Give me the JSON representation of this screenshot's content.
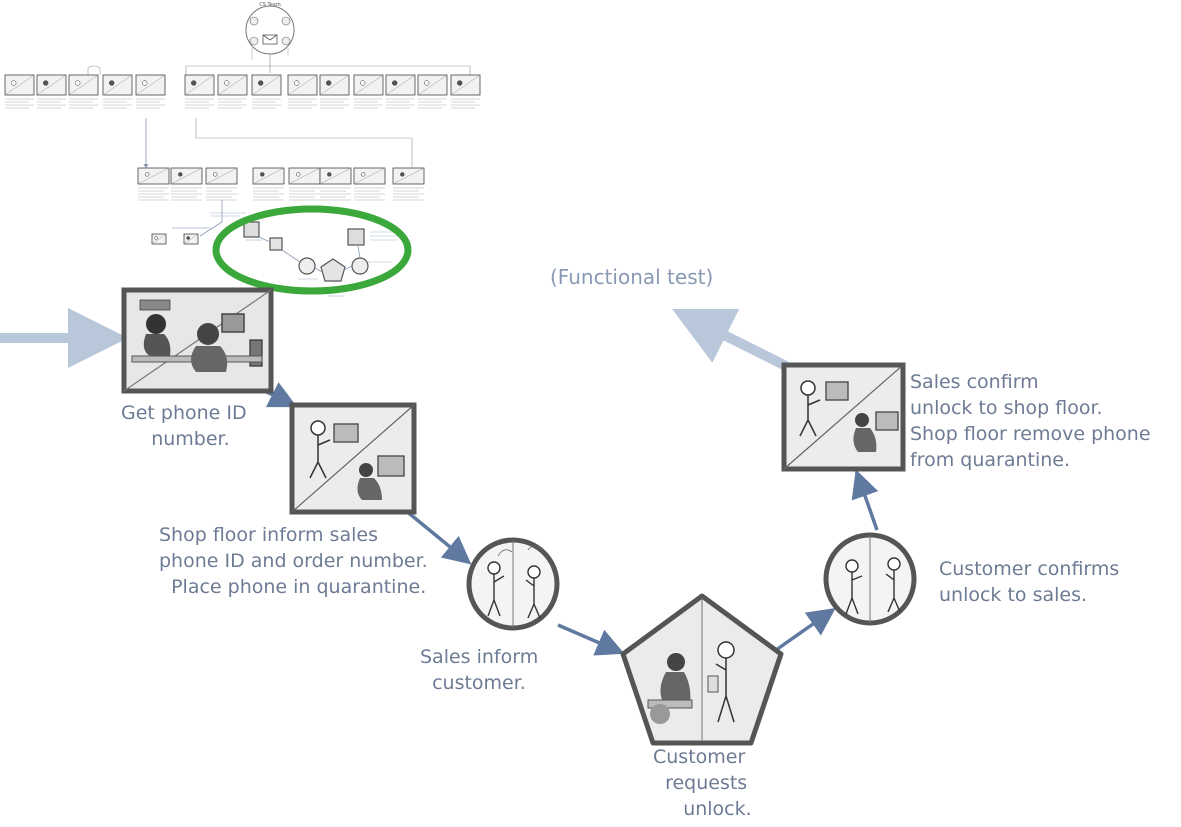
{
  "colors": {
    "label": "#6d7b94",
    "arrow": "#5f79a0",
    "faded_arrow": "#b9c7da",
    "frame": "#555555",
    "highlight": "#3aa83a"
  },
  "icons": {
    "overview_center": "envelope-icon"
  },
  "overview": {
    "hub_label": "CS Team"
  },
  "functional_test": "(Functional test)",
  "steps": [
    {
      "id": "get-phone-id",
      "shape": "square",
      "label": "Get phone ID\n     number."
    },
    {
      "id": "shop-floor-inform",
      "shape": "square",
      "label": "Shop floor inform sales\nphone ID and order number.\n  Place phone in quarantine."
    },
    {
      "id": "sales-inform",
      "shape": "circle",
      "label": "Sales inform\n  customer."
    },
    {
      "id": "customer-requests",
      "shape": "pentagon",
      "label": "Customer\n  requests\n     unlock."
    },
    {
      "id": "customer-confirms",
      "shape": "circle",
      "label": "Customer confirms\nunlock to sales."
    },
    {
      "id": "sales-confirm",
      "shape": "square",
      "label": "Sales confirm\nunlock to shop floor.\nShop floor remove phone\nfrom quarantine."
    }
  ]
}
